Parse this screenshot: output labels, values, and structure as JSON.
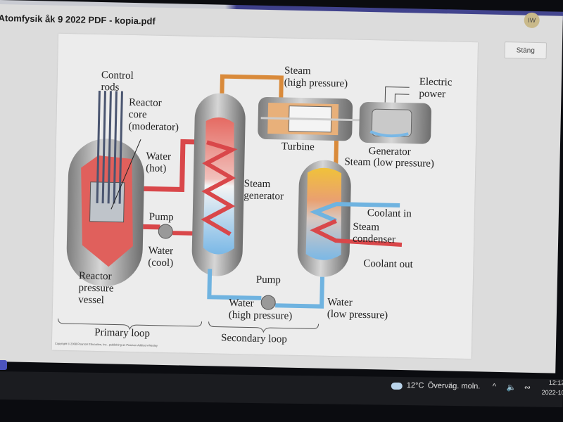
{
  "window": {
    "title": "Atomfysik åk 9 2022 PDF - kopia.pdf",
    "close_label": "Stäng",
    "more_label": "...",
    "avatar_initials": "IW"
  },
  "diagram": {
    "labels": {
      "control_rods": [
        "Control",
        "rods"
      ],
      "reactor_core": [
        "Reactor",
        "core",
        "(moderator)"
      ],
      "water_hot": [
        "Water",
        "(hot)"
      ],
      "pump_primary": "Pump",
      "water_cool": [
        "Water",
        "(cool)"
      ],
      "reactor_vessel": [
        "Reactor",
        "pressure",
        "vessel"
      ],
      "primary_loop": "Primary loop",
      "steam_high": [
        "Steam",
        "(high pressure)"
      ],
      "steam_generator": [
        "Steam",
        "generator"
      ],
      "turbine": "Turbine",
      "electric_power": [
        "Electric",
        "power"
      ],
      "generator": "Generator",
      "steam_low": "Steam (low pressure)",
      "coolant_in": "Coolant in",
      "steam_condenser": [
        "Steam",
        "condenser"
      ],
      "coolant_out": "Coolant out",
      "pump_secondary": "Pump",
      "water_high": [
        "Water",
        "(high pressure)"
      ],
      "water_low": [
        "Water",
        "(low pressure)"
      ],
      "secondary_loop": "Secondary loop"
    },
    "copyright": "Copyright © 2008 Pearson Education, Inc., publishing as Pearson Addison-Wesley",
    "colors": {
      "hot": "#d9474a",
      "cool": "#6fb3e0",
      "steam": "#d98a3a",
      "metal": "#9a9a9a"
    }
  },
  "taskbar": {
    "weather_icon": "cloud-sun-icon",
    "temperature": "12°C",
    "weather_text": "Överväg. moln.",
    "time": "12:12",
    "date": "2022-10-"
  }
}
